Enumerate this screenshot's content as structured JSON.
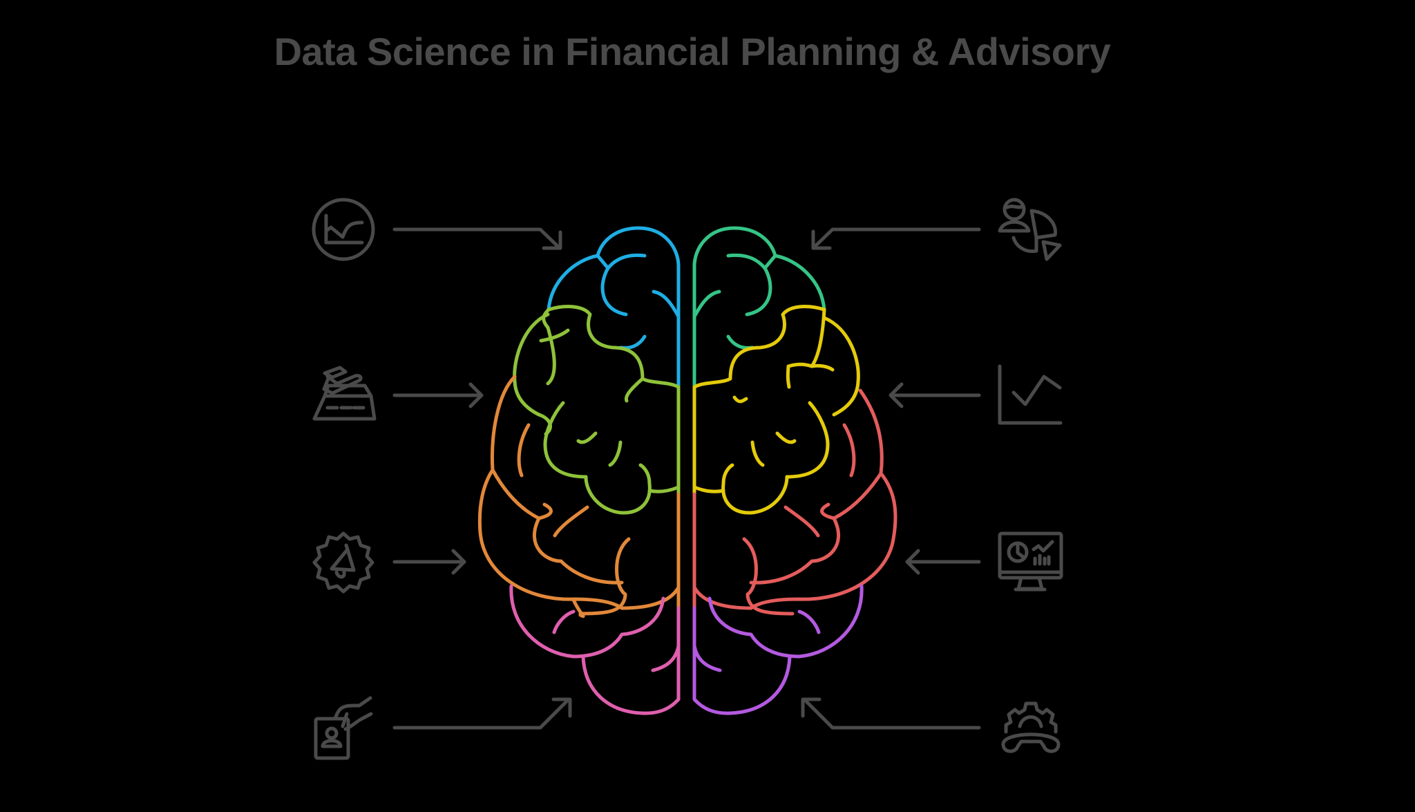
{
  "title": "Data Science in Financial Planning & Advisory",
  "colors": {
    "background": "#000000",
    "ink": "#4a4a4a",
    "brain_segments": {
      "left_top": "#1eaee4",
      "left_upper_mid": "#8fc23a",
      "left_lower_mid": "#e2883a",
      "left_bottom": "#df5fae",
      "right_top": "#35c486",
      "right_upper_mid": "#e4cb0a",
      "right_lower_mid": "#e45c5c",
      "right_bottom": "#b45ae0"
    }
  },
  "left_items": [
    {
      "icon": "trend-chart-circle-icon",
      "row": 1,
      "segment": "left_top"
    },
    {
      "icon": "airplane-runway-icon",
      "row": 2,
      "segment": "left_upper_mid"
    },
    {
      "icon": "gear-megaphone-icon",
      "row": 3,
      "segment": "left_lower_mid"
    },
    {
      "icon": "hand-id-card-icon",
      "row": 4,
      "segment": "left_bottom"
    }
  ],
  "right_items": [
    {
      "icon": "user-pie-chart-icon",
      "row": 1,
      "segment": "right_top"
    },
    {
      "icon": "line-chart-icon",
      "row": 2,
      "segment": "right_upper_mid"
    },
    {
      "icon": "monitor-dashboard-icon",
      "row": 3,
      "segment": "right_lower_mid"
    },
    {
      "icon": "gear-phone-support-icon",
      "row": 4,
      "segment": "right_bottom"
    }
  ]
}
